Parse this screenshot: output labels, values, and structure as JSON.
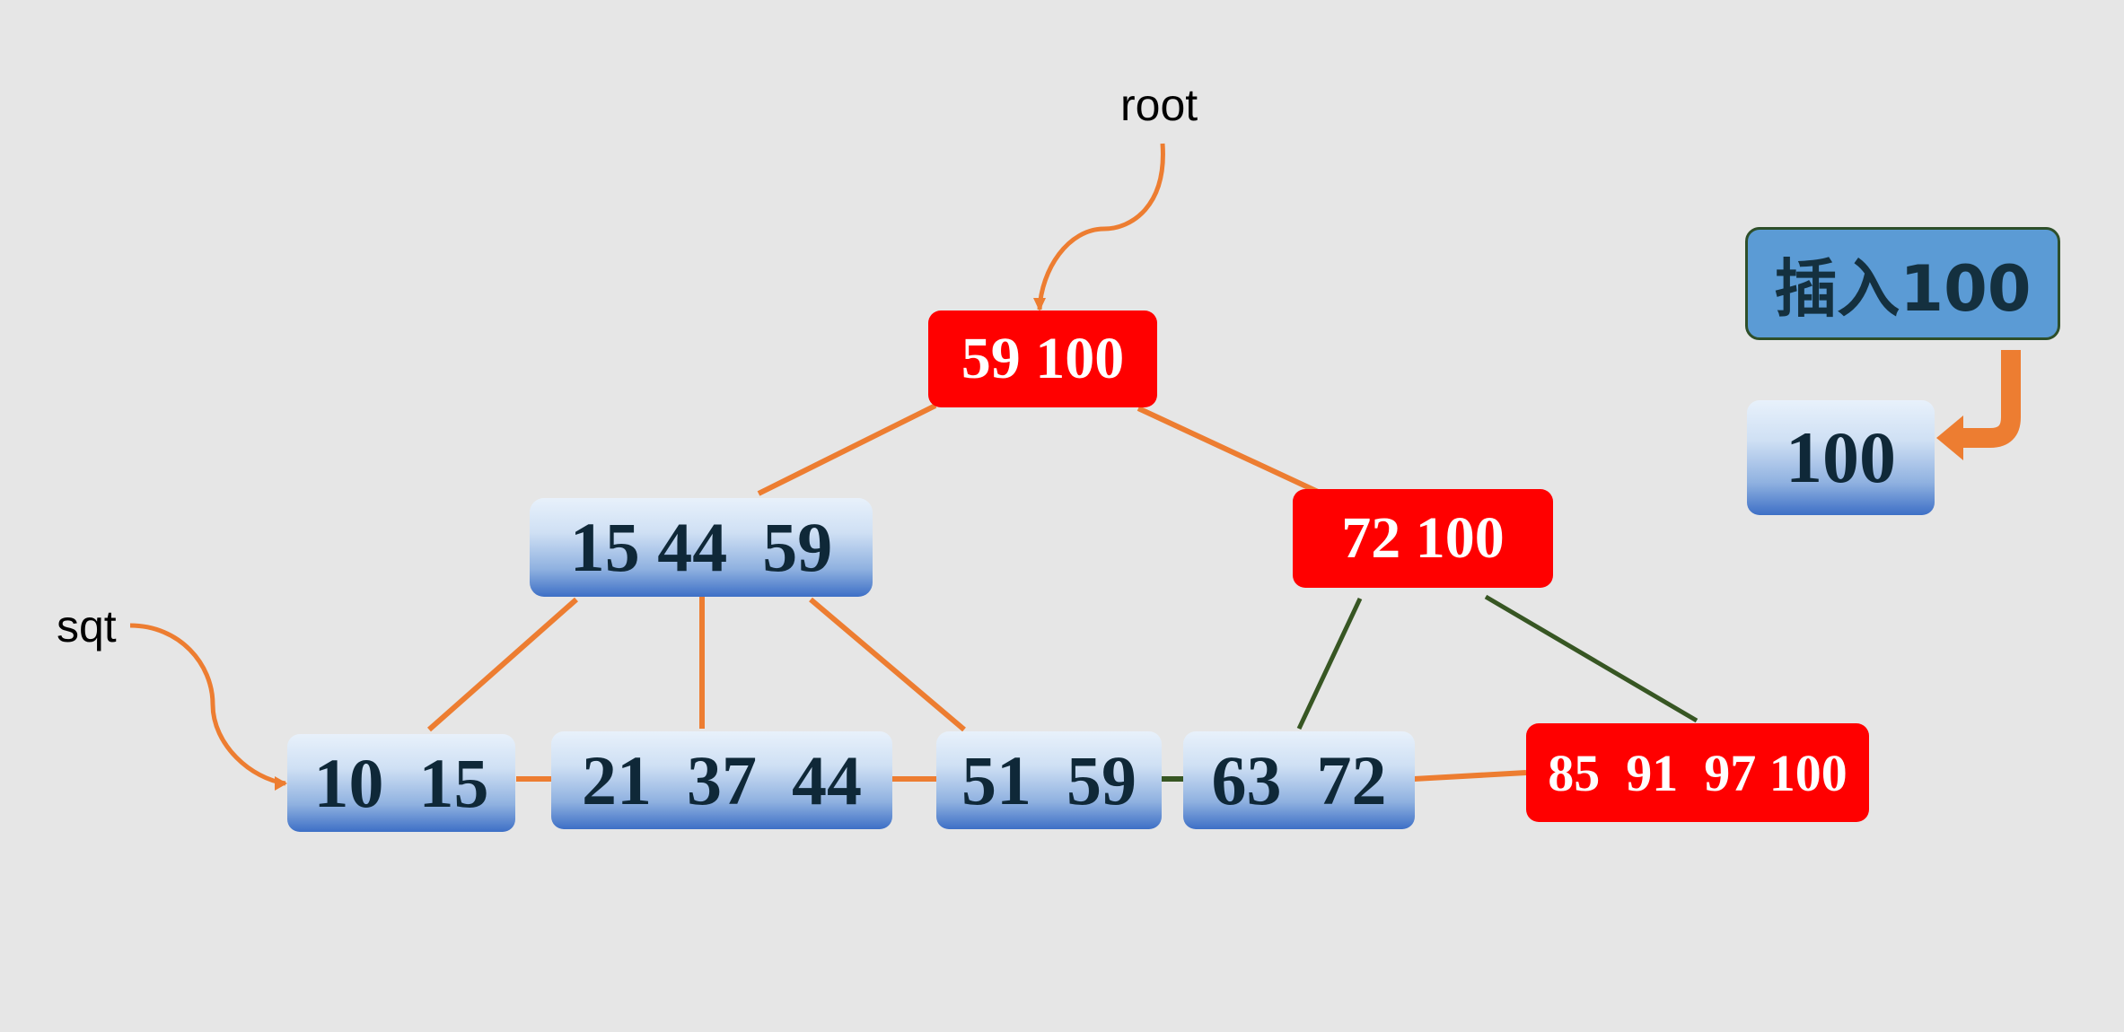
{
  "labels": {
    "root": "root",
    "sqt": "sqt"
  },
  "tree": {
    "root": "59 100",
    "internal_left": "15 44  59",
    "internal_right": "72 100",
    "leaves": [
      "10  15",
      "21  37  44",
      "51  59",
      "63  72",
      "85  91  97 100"
    ]
  },
  "insert_panel": {
    "button_label": "插入100",
    "inserted_key": "100"
  },
  "colors": {
    "background": "#e6e6e6",
    "highlight": "#ff0000",
    "orange_link": "#ed7d31",
    "green_link": "#375623",
    "node_text": "#0f2838"
  }
}
